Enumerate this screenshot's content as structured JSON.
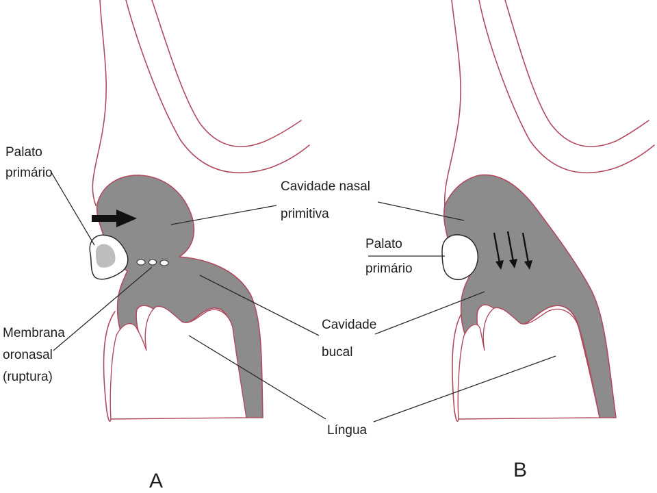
{
  "panel_a": {
    "letter": "A",
    "label_palato_primario": [
      "Palato",
      "primário"
    ],
    "label_membrana": [
      "Membrana",
      "oronasal",
      "(ruptura)"
    ]
  },
  "panel_b": {
    "letter": "B",
    "label_palato_primario": [
      "Palato",
      "primário"
    ]
  },
  "shared": {
    "label_cavidade_nasal": [
      "Cavidade nasal",
      "primitiva"
    ],
    "label_cavidade_bucal": [
      "Cavidade",
      "bucal"
    ],
    "label_lingua": "Língua"
  },
  "colors": {
    "outline": "#b04a5e",
    "cavity_fill": "#8c8c8c",
    "palate_fill": "#ffffff",
    "palate_inner_a": "#bdbdbd",
    "arrow": "#111111",
    "text": "#1e1e1e"
  }
}
